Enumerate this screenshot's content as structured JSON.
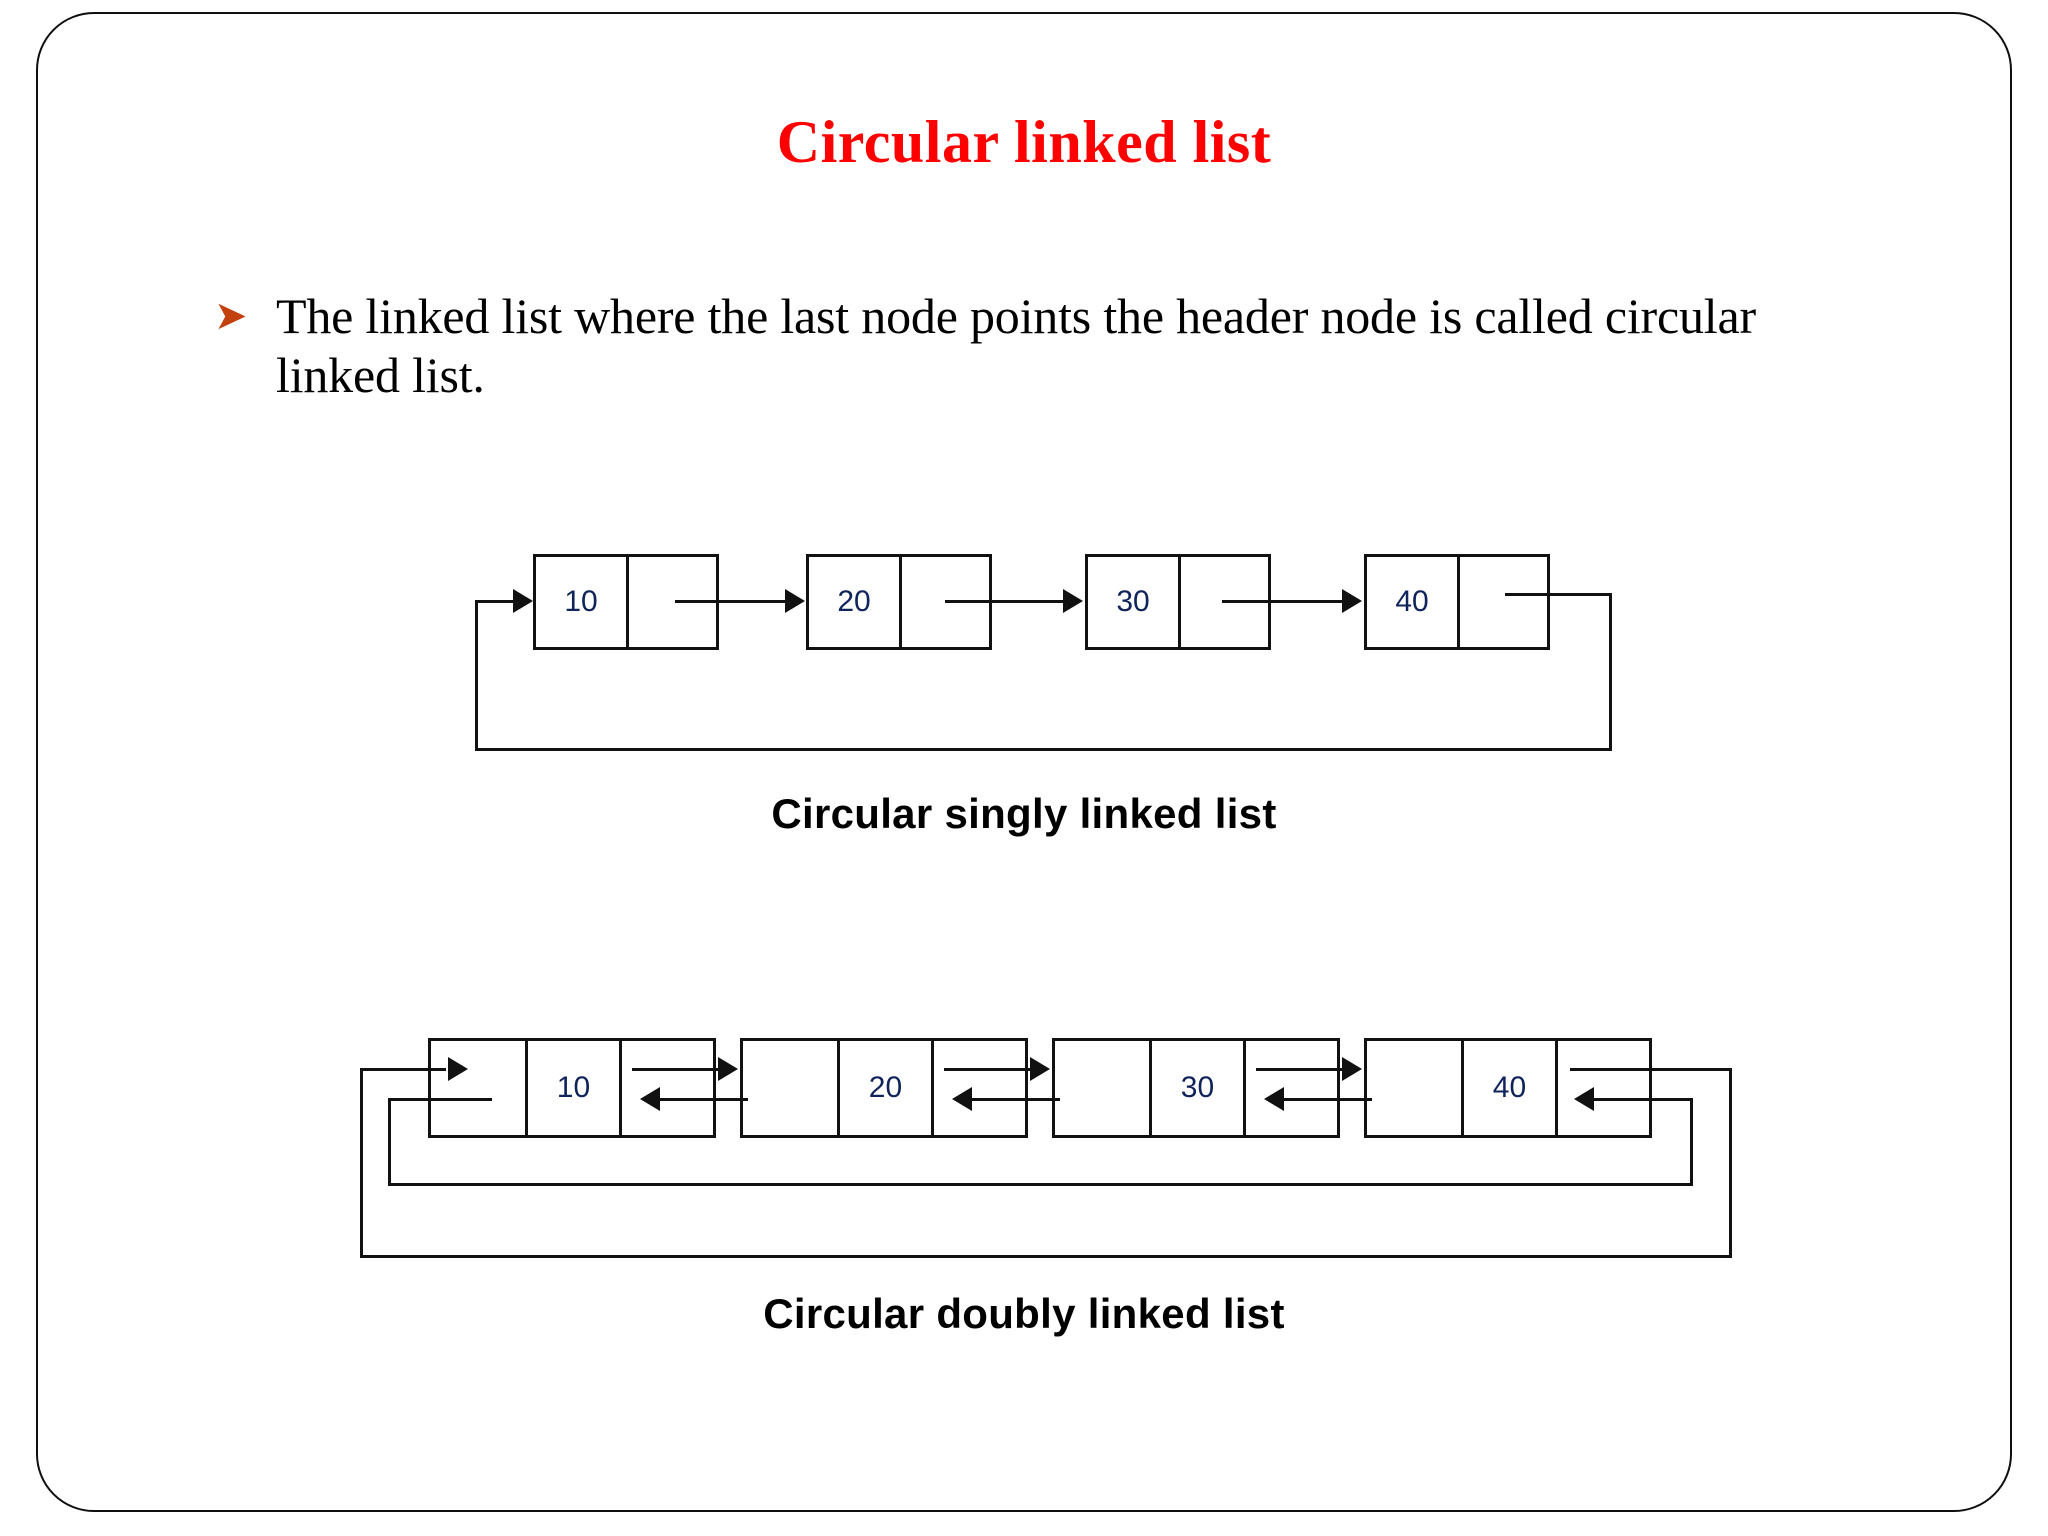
{
  "slide": {
    "title": "Circular linked list",
    "title_color": "#ff0000",
    "bullet_glyph": "➤",
    "bullet_glyph_color": "#c3400f",
    "bullet_text": "The linked list where the last node points the header node is called circular linked list."
  },
  "diagrams": [
    {
      "id": "circular-singly-linked-list",
      "caption": "Circular singly linked list",
      "node_type": "two-cell",
      "nodes": [
        {
          "value": "10"
        },
        {
          "value": "20"
        },
        {
          "value": "30"
        },
        {
          "value": "40"
        }
      ]
    },
    {
      "id": "circular-doubly-linked-list",
      "caption": "Circular doubly linked list",
      "node_type": "three-cell",
      "nodes": [
        {
          "value": "10"
        },
        {
          "value": "20"
        },
        {
          "value": "30"
        },
        {
          "value": "40"
        }
      ]
    }
  ],
  "colors": {
    "node_border": "#111111",
    "node_value": "#10235a",
    "slide_border": "#0f0f0f",
    "caption": "#000000"
  }
}
